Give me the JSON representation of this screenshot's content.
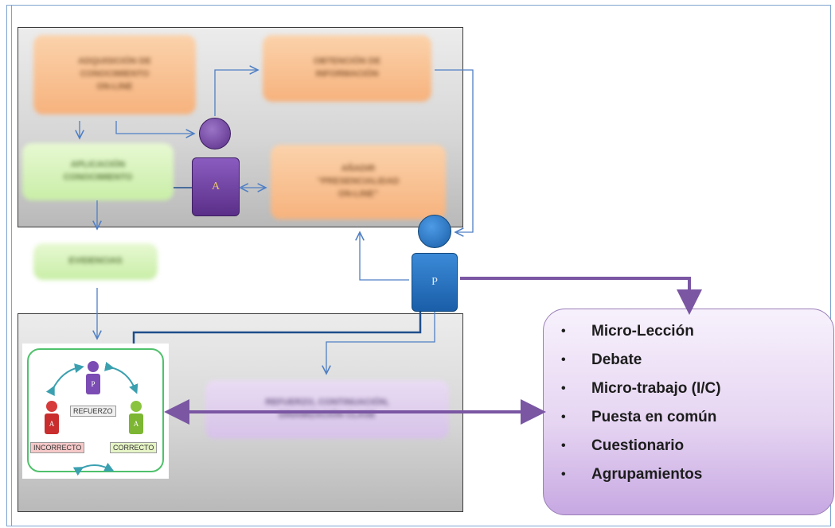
{
  "diagram": {
    "top_panel": {
      "adquisicion": "ADQUISICIÓN DE\nCONOCIMIENTO\nON-LINE",
      "obtencion": "OBTENCIÓN DE\nINFORMACIÓN",
      "aplicacion": "APLICACIÓN\nCONOCIMIENTO",
      "anadir": "AÑADIR\n\"PRESENCIALIDAD\nON-LINE\"",
      "student_letter": "A"
    },
    "evidencias": "EVIDENCIAS",
    "teacher_letter": "P",
    "bottom_panel": {
      "refuerzo_box": "REFUERZO, CONTINUACIÓN,\nDINAMIZACIÓN CLASE",
      "inset": {
        "teacher_letter": "P",
        "refuerzo": "REFUERZO",
        "incorrect_letter": "A",
        "incorrecto": "INCORRECTO",
        "correct_letter": "A",
        "correcto": "CORRECTO"
      }
    },
    "activities": [
      "Micro-Lección",
      "Debate",
      "Micro-trabajo (I/C)",
      "Puesta en común",
      "Cuestionario",
      "Agrupamientos"
    ],
    "colors": {
      "arrow_blue": "#4f7fc4",
      "arrow_purple": "#7a56a3",
      "student_purple": "#6c3f9c",
      "teacher_blue": "#1f6fc0",
      "dark_line": "#1f4e8c"
    }
  }
}
